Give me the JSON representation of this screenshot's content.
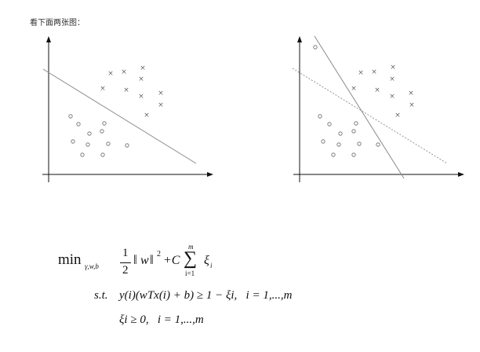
{
  "caption": "看下面两张图：",
  "figures": {
    "markers": {
      "circle": "○",
      "cross": "×"
    },
    "left": {
      "description_lines": [
        "solid"
      ]
    },
    "right": {
      "description_lines": [
        "solid",
        "dashed"
      ]
    }
  },
  "formula": {
    "min_op": "min",
    "min_sub": "γ,w,b",
    "half_num": "1",
    "half_den": "2",
    "norm_var": "w",
    "norm_exp": "2",
    "plus_C": "+C",
    "sum_upper": "m",
    "sum_lower": "i=1",
    "xi_i": "ξ",
    "xi_sub": "i",
    "st": "s.t.",
    "constraint1": "y(i)(wTx(i) + b) ≥ 1 − ξi,   i = 1,...,m",
    "constraint2": "ξi ≥ 0,   i = 1,...,m"
  },
  "colors": {
    "axis": "#111111",
    "line": "#8a8a8a",
    "marker": "#666666"
  }
}
